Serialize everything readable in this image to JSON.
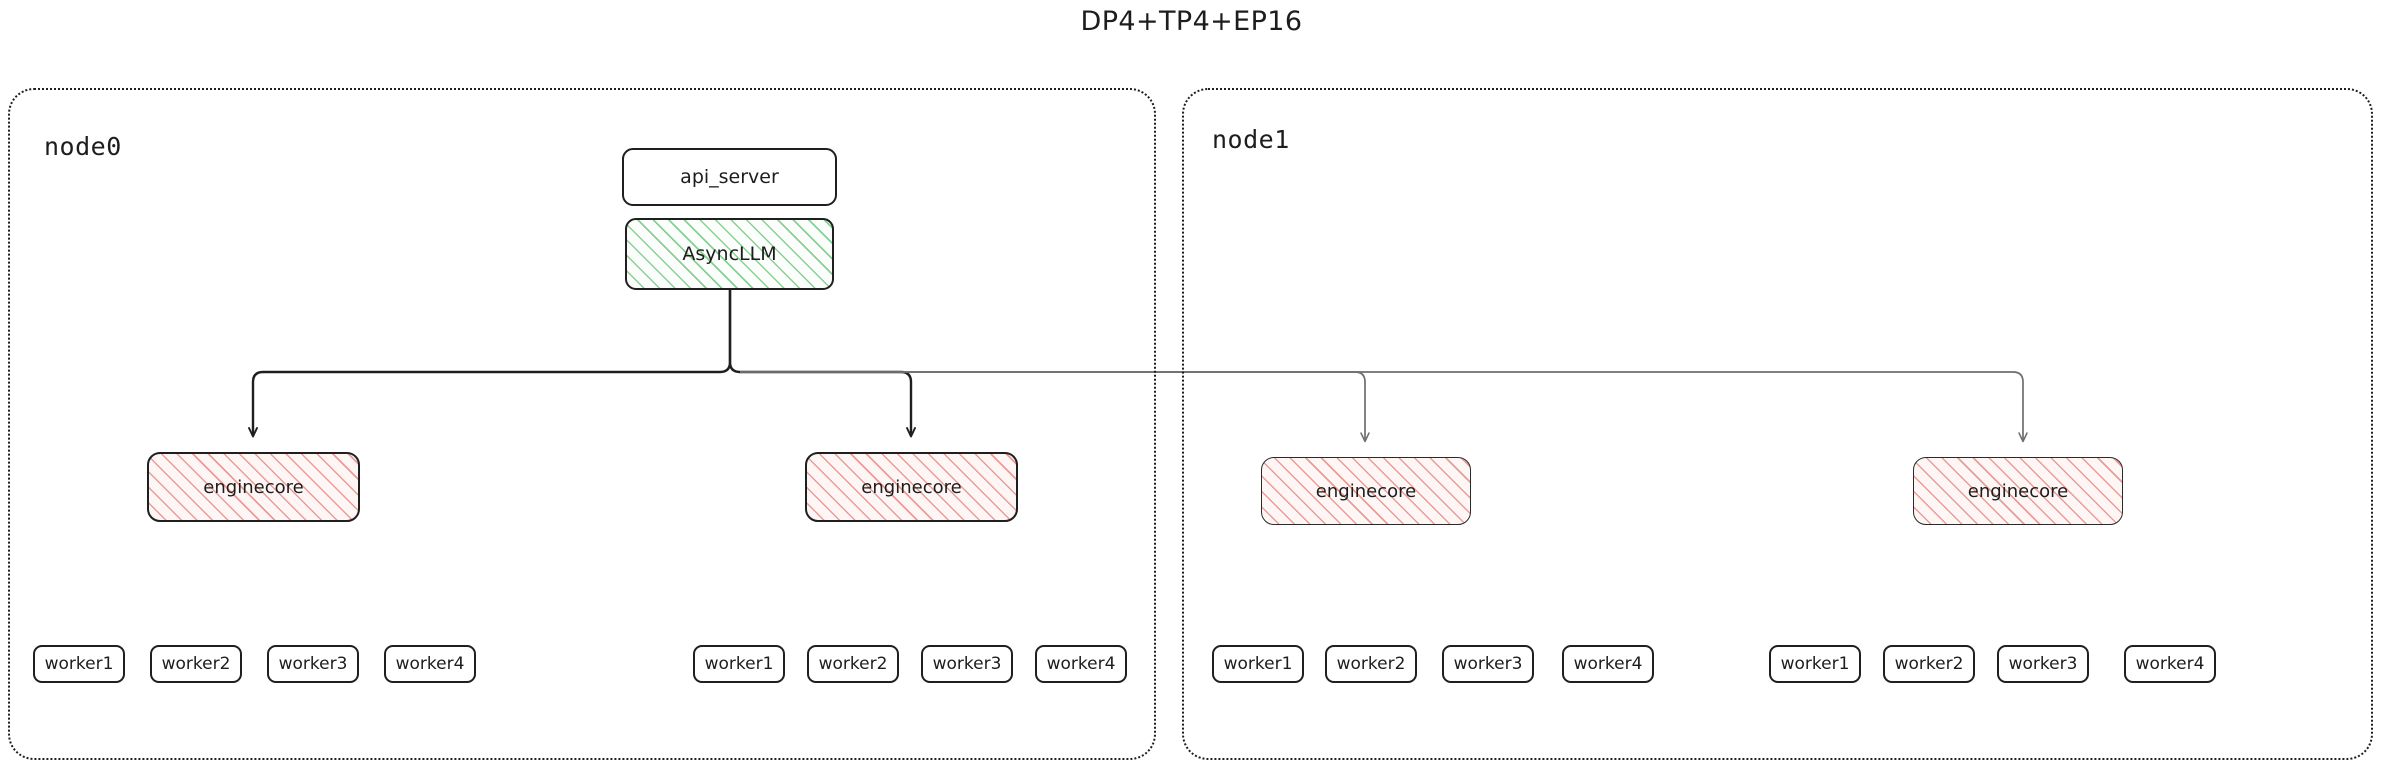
{
  "title": "DP4+TP4+EP16",
  "colors": {
    "outline": "#1f1f1f",
    "text": "#1d1d1d",
    "async_hatch": "#82cd91",
    "engine_hatch": "#e78c88",
    "wire_primary": "#1f1f1f",
    "wire_secondary": "#6e6e6e",
    "background": "#ffffff"
  },
  "top": {
    "api_server": "api_server",
    "async_llm": "AsyncLLM"
  },
  "nodes": [
    {
      "id": "node0",
      "label": "node0",
      "engines": [
        {
          "label": "enginecore",
          "workers": [
            "worker1",
            "worker2",
            "worker3",
            "worker4"
          ]
        },
        {
          "label": "enginecore",
          "workers": [
            "worker1",
            "worker2",
            "worker3",
            "worker4"
          ]
        }
      ]
    },
    {
      "id": "node1",
      "label": "node1",
      "engines": [
        {
          "label": "enginecore",
          "workers": [
            "worker1",
            "worker2",
            "worker3",
            "worker4"
          ]
        },
        {
          "label": "enginecore",
          "workers": [
            "worker1",
            "worker2",
            "worker3",
            "worker4"
          ]
        }
      ]
    }
  ]
}
